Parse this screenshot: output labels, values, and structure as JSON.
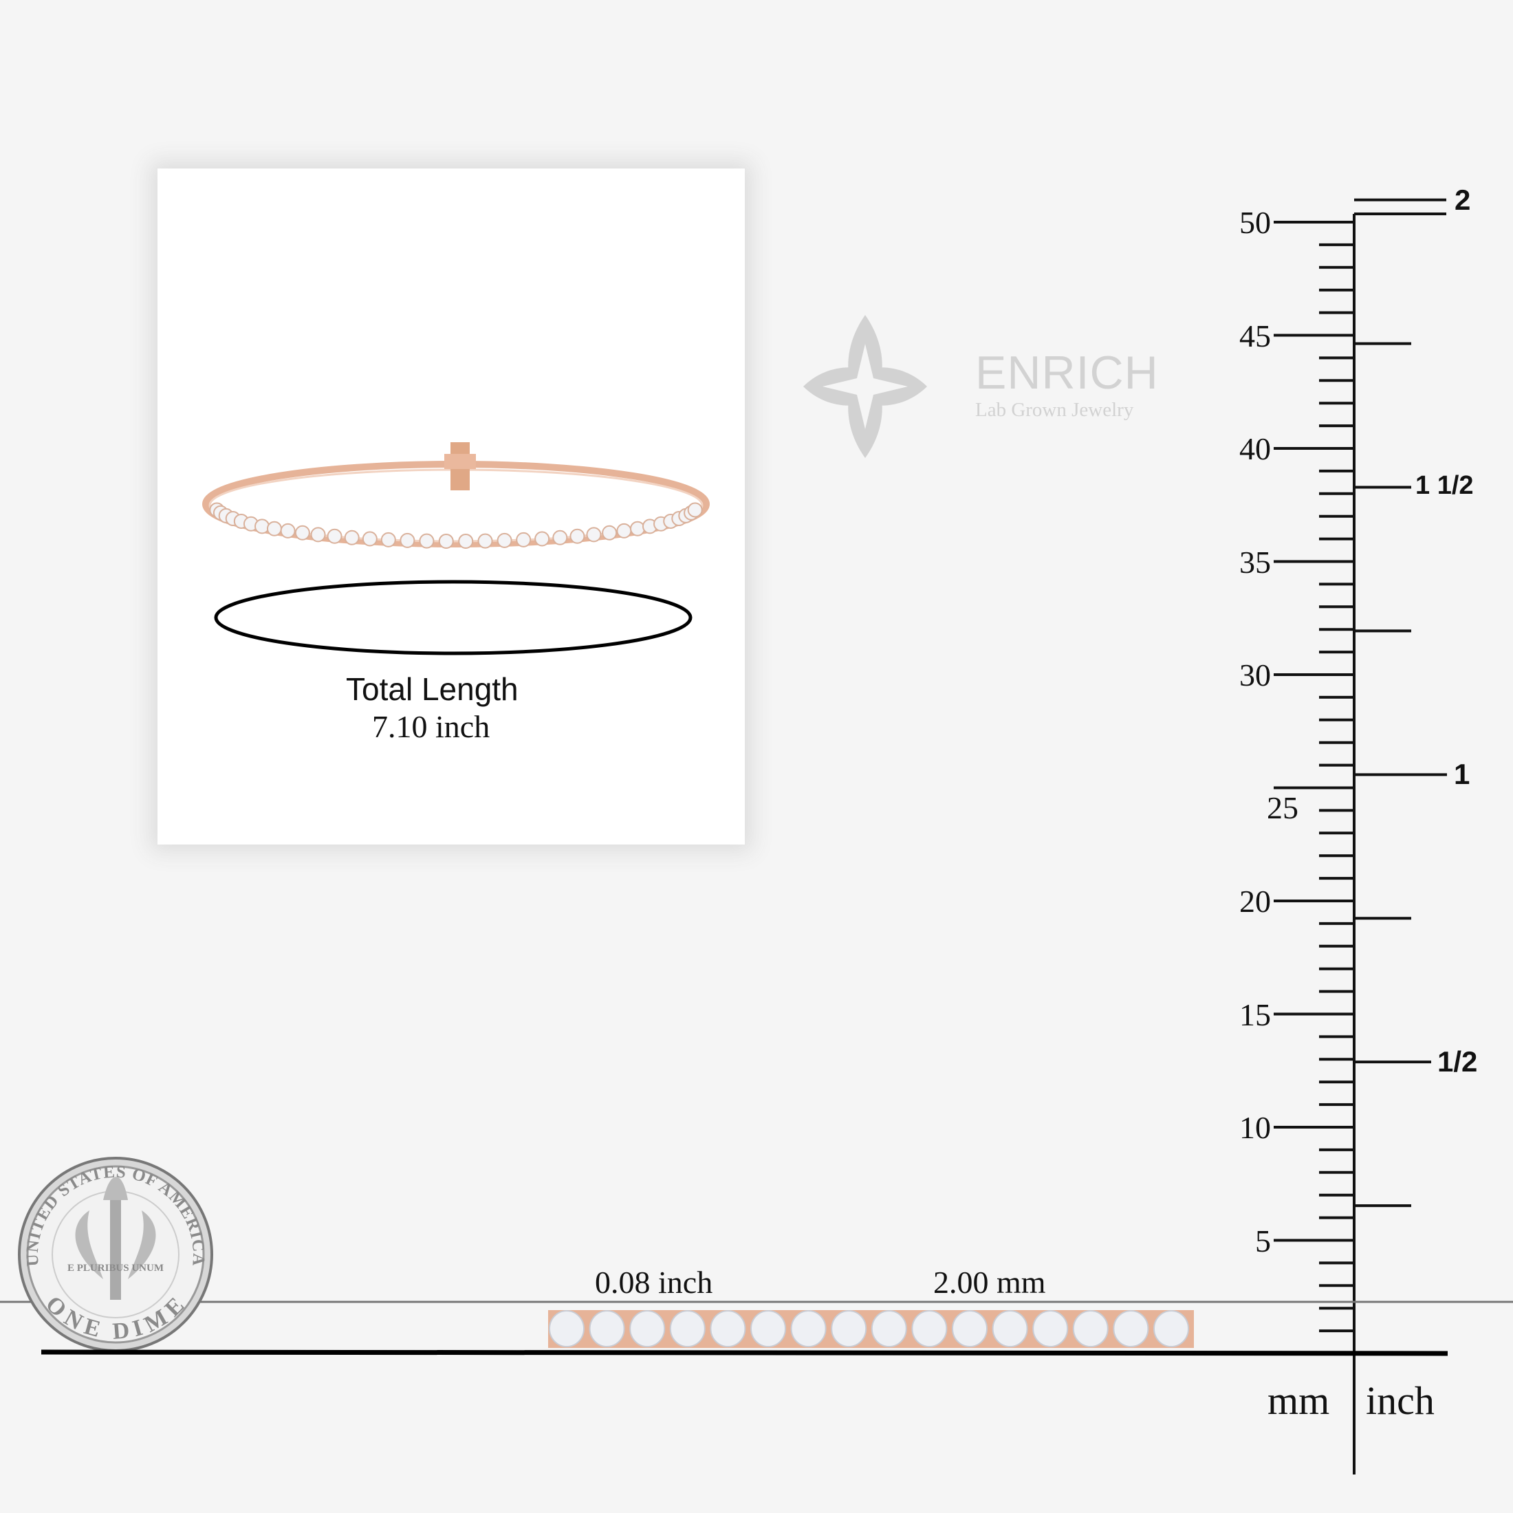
{
  "brand": {
    "name": "ENRICH",
    "tagline": "Lab Grown Jewelry"
  },
  "product": {
    "length_label": "Total Length",
    "length_value": "7.10 inch",
    "width_inch": "0.08 inch",
    "width_mm": "2.00 mm"
  },
  "coin": {
    "name": "ONE DIME",
    "legend": "UNITED STATES OF AMERICA",
    "motto": "E PLURIBUS UNUM"
  },
  "ruler": {
    "mm_labels": [
      "5",
      "10",
      "15",
      "20",
      "25",
      "30",
      "35",
      "40",
      "45",
      "50"
    ],
    "inch_labels": [
      "1/2",
      "1",
      "1 1/2",
      "2"
    ],
    "mm_unit": "mm",
    "inch_unit": "inch"
  },
  "colors": {
    "background": "#f5f5f5",
    "rose_gold": "#e6b398",
    "logo": "#d2d2d2",
    "ink": "#111111"
  }
}
